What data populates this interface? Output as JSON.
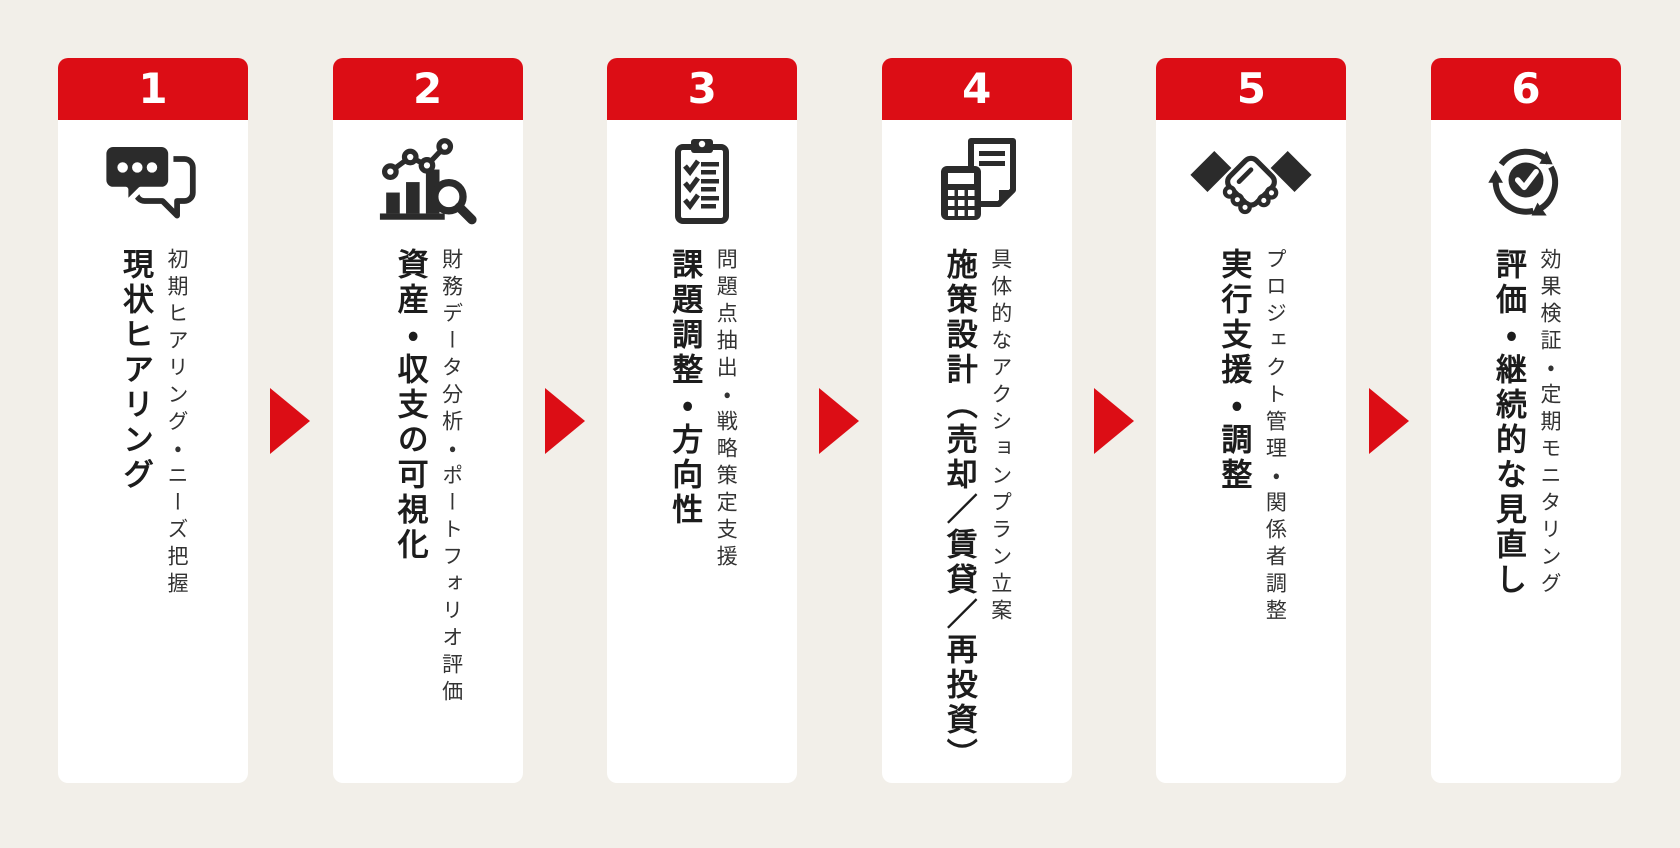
{
  "colors": {
    "page_bg": "#f2efe9",
    "card_bg": "#ffffff",
    "accent_red": "#dc0d15",
    "icon_color": "#2b2b2b",
    "title_color": "#1c1c1c",
    "subtitle_color": "#333333"
  },
  "arrow": {
    "icon": "right-triangle-arrow-icon",
    "direction": "right"
  },
  "steps": [
    {
      "number": "1",
      "icon": "chat-bubbles-icon",
      "title": "現状ヒアリング",
      "subtitle": "初期ヒアリング・ニーズ把握"
    },
    {
      "number": "2",
      "icon": "bar-chart-magnifier-icon",
      "title": "資産・収支の可視化",
      "subtitle": "財務データ分析・ポートフォリオ評価"
    },
    {
      "number": "3",
      "icon": "clipboard-checklist-icon",
      "title": "課題調整・方向性",
      "subtitle": "問題点抽出・戦略策定支援"
    },
    {
      "number": "4",
      "icon": "calculator-document-icon",
      "title": "施策設計（売却／賃貸／再投資）",
      "subtitle": "具体的なアクションプラン立案"
    },
    {
      "number": "5",
      "icon": "handshake-icon",
      "title": "実行支援・調整",
      "subtitle": "プロジェクト管理・関係者調整"
    },
    {
      "number": "6",
      "icon": "cycle-check-icon",
      "title": "評価・継続的な見直し",
      "subtitle": "効果検証・定期モニタリング"
    }
  ]
}
